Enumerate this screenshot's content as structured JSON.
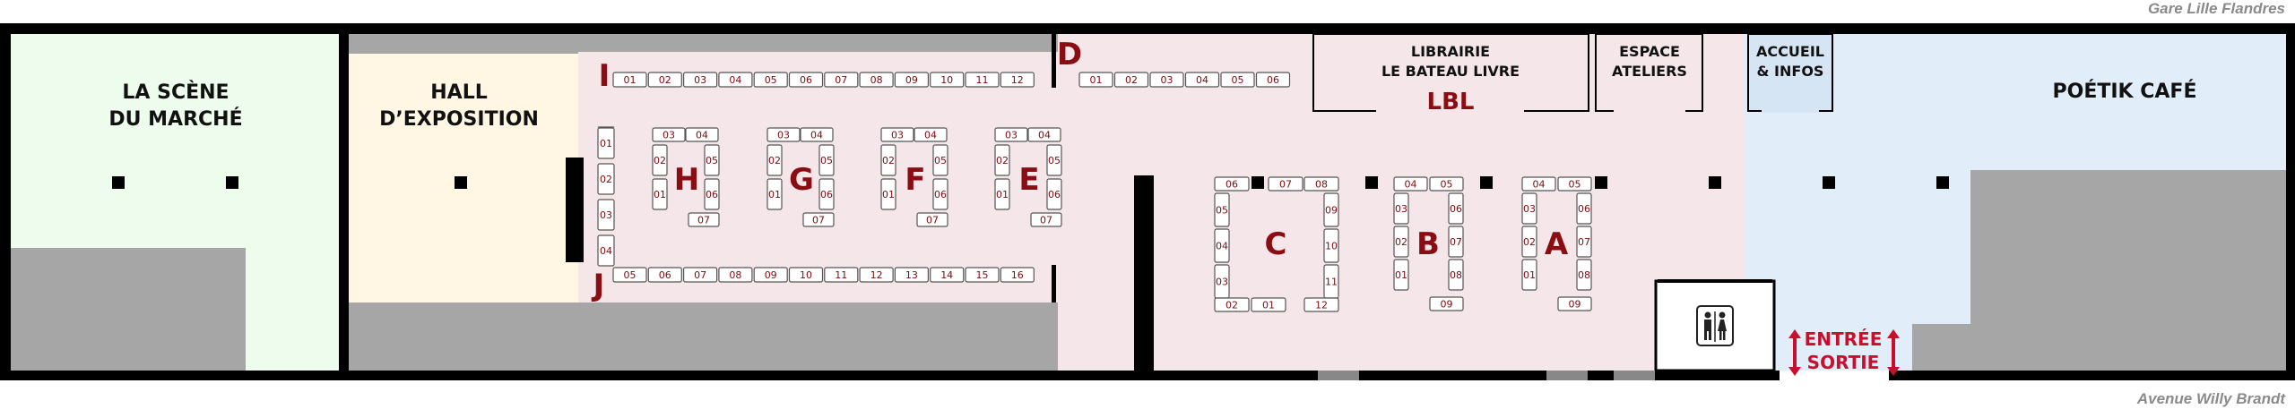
{
  "streets": {
    "top": "Gare Lille Flandres",
    "bottom": "Avenue Willy Brandt"
  },
  "rooms": {
    "scene": [
      "LA SCÈNE",
      "DU MARCHÉ"
    ],
    "hall": [
      "HALL",
      "D’EXPOSITION"
    ],
    "librairie": [
      "LIBRAIRIE",
      "LE BATEAU LIVRE"
    ],
    "librairie_code": "LBL",
    "ateliers": [
      "ESPACE",
      "ATELIERS"
    ],
    "accueil": [
      "ACCUEIL",
      "& INFOS"
    ],
    "cafe": "POÉTIK CAFÉ"
  },
  "entrance": {
    "line1": "ENTRÉE",
    "line2": "SORTIE"
  },
  "icons": {
    "toilets": "toilets-icon",
    "entrance_arrow": "double-arrow-icon"
  },
  "colors": {
    "wall": "#000000",
    "gray_block": "#a6a6a6",
    "scene_bg": "#eefcee",
    "hall_bg": "#fff7e3",
    "main_bg": "#f5e6ea",
    "cafe_bg": "#e1edf8",
    "accueil_bg": "#d6e5f3",
    "label_red": "#8b0d14",
    "text": "#111111"
  },
  "letters": {
    "I": "I",
    "J": "J",
    "D": "D",
    "C": "C",
    "B": "B",
    "A": "A",
    "H": "H",
    "G": "G",
    "F": "F",
    "E": "E"
  },
  "rows": {
    "I": [
      "01",
      "02",
      "03",
      "04",
      "05",
      "06",
      "07",
      "08",
      "09",
      "10",
      "11",
      "12"
    ],
    "D": [
      "01",
      "02",
      "03",
      "04",
      "05",
      "06"
    ],
    "J": [
      "05",
      "06",
      "07",
      "08",
      "09",
      "10",
      "11",
      "12",
      "13",
      "14",
      "15",
      "16"
    ],
    "left_col": [
      "01",
      "02",
      "03",
      "04"
    ]
  },
  "clusters": {
    "H": {
      "top": [
        "03",
        "04"
      ],
      "left": [
        "02",
        "01"
      ],
      "right": [
        "05",
        "06"
      ],
      "bottom": [
        "07"
      ]
    },
    "G": {
      "top": [
        "03",
        "04"
      ],
      "left": [
        "02",
        "01"
      ],
      "right": [
        "05",
        "06"
      ],
      "bottom": [
        "07"
      ]
    },
    "F": {
      "top": [
        "03",
        "04"
      ],
      "left": [
        "02",
        "01"
      ],
      "right": [
        "05",
        "06"
      ],
      "bottom": [
        "07"
      ]
    },
    "E": {
      "top": [
        "03",
        "04"
      ],
      "left": [
        "02",
        "01"
      ],
      "right": [
        "05",
        "06"
      ],
      "bottom": [
        "07"
      ]
    },
    "C": {
      "top": [
        "06",
        "07",
        "08"
      ],
      "left": [
        "05",
        "04",
        "03"
      ],
      "right": [
        "09",
        "10",
        "11"
      ],
      "bottom_left": [
        "02",
        "01"
      ],
      "bottom_right": [
        "12"
      ]
    },
    "B": {
      "top": [
        "04",
        "05"
      ],
      "left": [
        "03",
        "02",
        "01"
      ],
      "right": [
        "06",
        "07",
        "08"
      ],
      "bottom": [
        "09"
      ]
    },
    "A": {
      "top": [
        "04",
        "05"
      ],
      "left": [
        "03",
        "02",
        "01"
      ],
      "right": [
        "06",
        "07",
        "08"
      ],
      "bottom": [
        "09"
      ]
    }
  }
}
